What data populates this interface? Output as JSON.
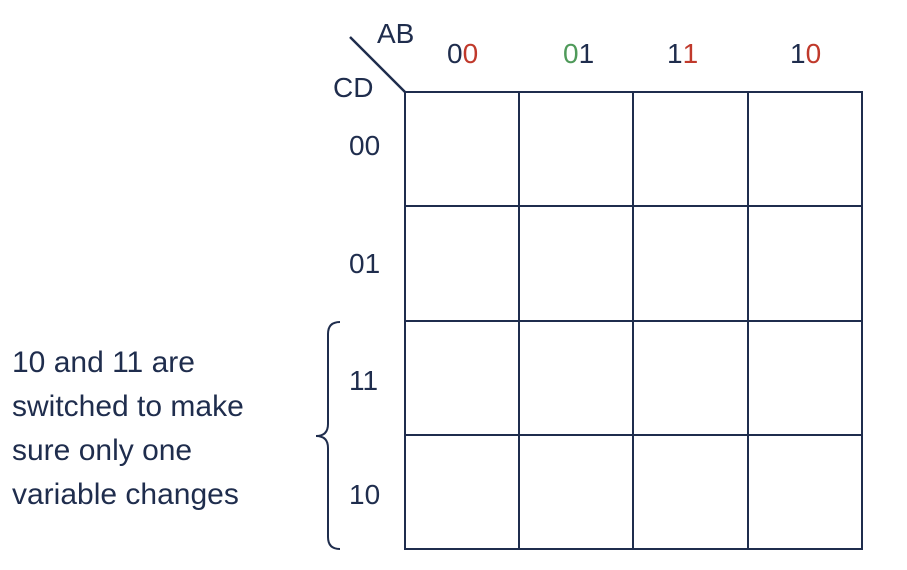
{
  "kmap": {
    "row_var": "CD",
    "col_var": "AB",
    "columns": [
      {
        "first": "0",
        "second": "0",
        "first_color": "#1f2d4d",
        "second_color": "#c0392b"
      },
      {
        "first": "0",
        "second": "1",
        "first_color": "#4f9a5a",
        "second_color": "#1f2d4d"
      },
      {
        "first": "1",
        "second": "1",
        "first_color": "#1f2d4d",
        "second_color": "#c0392b"
      },
      {
        "first": "1",
        "second": "0",
        "first_color": "#1f2d4d",
        "second_color": "#c0392b"
      }
    ],
    "rows": [
      "00",
      "01",
      "11",
      "10"
    ],
    "cells": [
      [
        "",
        "",
        "",
        ""
      ],
      [
        "",
        "",
        "",
        ""
      ],
      [
        "",
        "",
        "",
        ""
      ],
      [
        "",
        "",
        "",
        ""
      ]
    ]
  },
  "annotation": {
    "lines": [
      "10 and 11 are",
      "switched to make",
      "sure only one",
      "variable changes"
    ]
  },
  "colors": {
    "text": "#1f2d4d",
    "grid": "#1f2d4d",
    "highlight_red": "#c0392b",
    "highlight_green": "#4f9a5a"
  }
}
